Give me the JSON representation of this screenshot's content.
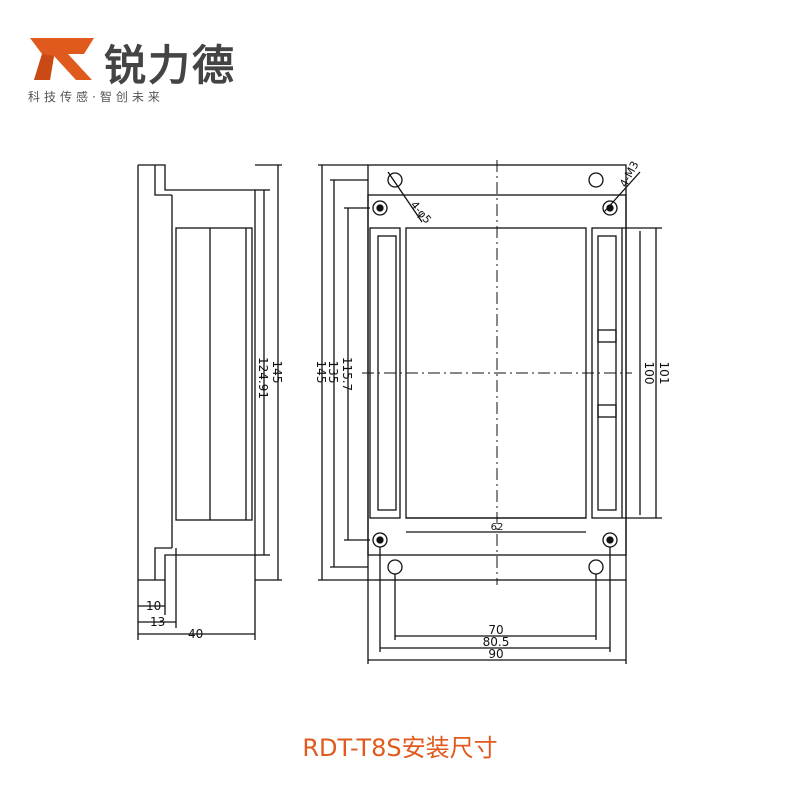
{
  "brand": {
    "name": "锐力德",
    "slogan": "科技传感·智创未来",
    "accent_color": "#e05a1e"
  },
  "drawing": {
    "side_dims": {
      "d145": "145",
      "d124_91": "124.91",
      "d10": "10",
      "d13": "13",
      "d40": "40"
    },
    "front_dims": {
      "d115_7": "115.7",
      "d135": "135",
      "d145": "145",
      "d100": "100",
      "d101": "101",
      "d62": "62",
      "d70": "70",
      "d80_5": "80.5",
      "d90": "90",
      "hole_phi5": "4-φ5",
      "thread_m3": "4-M3"
    }
  },
  "caption": "RDT-T8S安装尺寸"
}
